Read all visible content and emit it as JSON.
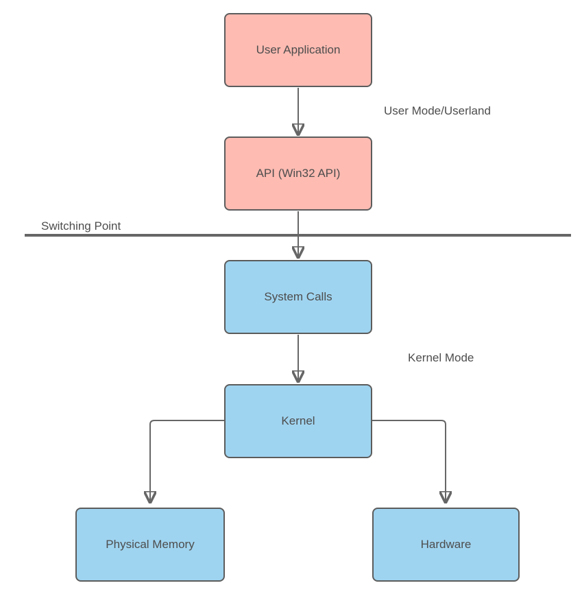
{
  "diagram": {
    "nodes": {
      "user_application": {
        "label": "User Application",
        "fill": "#fdbbb2"
      },
      "api": {
        "label": "API (Win32 API)",
        "fill": "#fdbbb2"
      },
      "system_calls": {
        "label": "System Calls",
        "fill": "#9fd4f0"
      },
      "kernel": {
        "label": "Kernel",
        "fill": "#9fd4f0"
      },
      "physical_memory": {
        "label": "Physical Memory",
        "fill": "#9fd4f0"
      },
      "hardware": {
        "label": "Hardware",
        "fill": "#9fd4f0"
      }
    },
    "labels": {
      "user_mode": "User Mode/Userland",
      "switching_point": "Switching Point",
      "kernel_mode": "Kernel Mode"
    },
    "colors": {
      "user_mode_fill": "#fdbbb2",
      "kernel_mode_fill": "#9fd4f0",
      "node_border": "#5c5c5c",
      "connector": "#666666",
      "divider": "#666666",
      "text": "#4d4d4d"
    }
  }
}
